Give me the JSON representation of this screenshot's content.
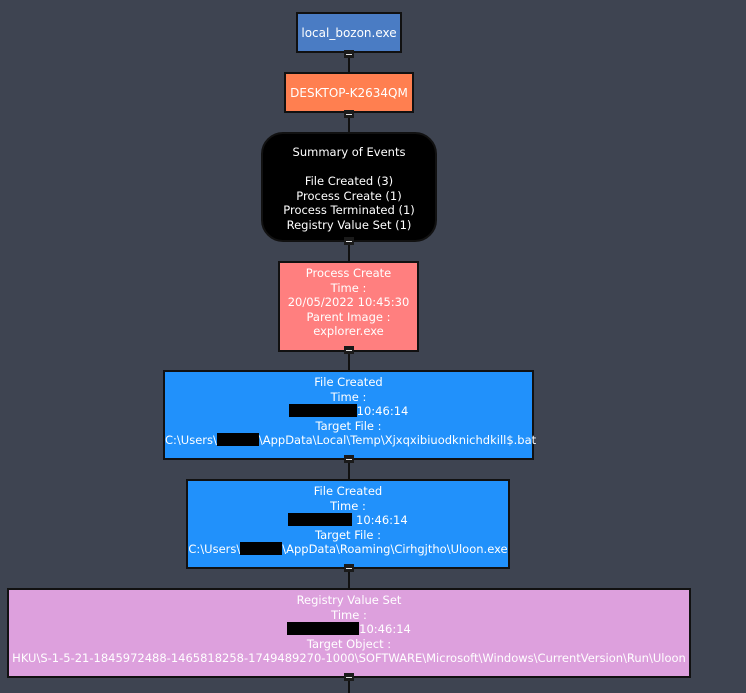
{
  "nodes": {
    "exe": {
      "label": "local_bozon.exe"
    },
    "host": {
      "label": "DESKTOP-K2634QM"
    },
    "summary": {
      "title": "Summary of Events",
      "items": [
        "File Created (3)",
        "Process Create (1)",
        "Process Terminated (1)",
        "Registry Value Set (1)"
      ]
    },
    "process_create": {
      "title": "Process Create",
      "time_label": "Time :",
      "time_value": "20/05/2022 10:45:30",
      "parent_label": "Parent Image :",
      "parent_value": "explorer.exe"
    },
    "file_created_1": {
      "title": "File Created",
      "time_label": "Time :",
      "time_suffix": "10:46:14",
      "target_label": "Target File :",
      "path_prefix": "C:\\Users\\",
      "path_suffix": "\\AppData\\Local\\Temp\\Xjxqxibiuodknichdkill$.bat"
    },
    "file_created_2": {
      "title": "File Created",
      "time_label": "Time :",
      "time_suffix": " 10:46:14",
      "target_label": "Target File :",
      "path_prefix": "C:\\Users\\",
      "path_suffix": "\\AppData\\Roaming\\Cirhgjtho\\Uloon.exe"
    },
    "registry_value_set": {
      "title": "Registry Value Set",
      "time_label": "Time :",
      "time_suffix": "10:46:14",
      "target_label": "Target Object :",
      "target_value": "HKU\\S-1-5-21-1845972488-1465818258-1749489270-1000\\SOFTWARE\\Microsoft\\Windows\\CurrentVersion\\Run\\Uloon"
    }
  },
  "colors": {
    "background": "#3e4451",
    "exe": "#4a7cc4",
    "host": "#ff7f50",
    "summary": "#000000",
    "process_create": "#ff7f7f",
    "file_created": "#2191fb",
    "registry_value_set": "#dda0dd"
  },
  "icons": {
    "collapse_toggle": "minus-square-icon"
  }
}
